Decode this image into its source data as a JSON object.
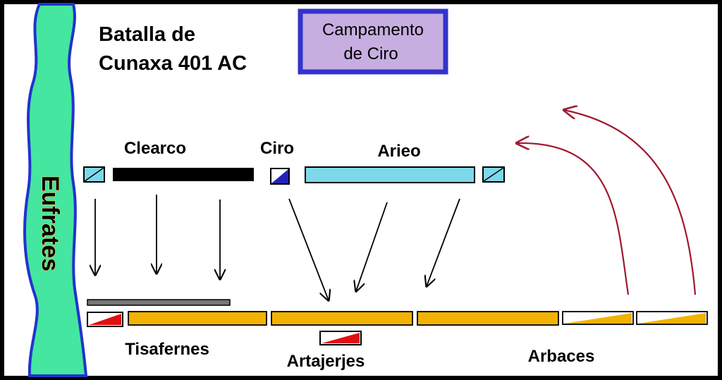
{
  "title": {
    "line1": "Batalla de",
    "line2": "Cunaxa 401 AC"
  },
  "camp": {
    "line1": "Campamento",
    "line2": "de  Ciro"
  },
  "river": {
    "label": "Eufrates"
  },
  "units": {
    "clearco": "Clearco",
    "ciro": "Ciro",
    "arieo": "Arieo",
    "tisafernes": "Tisafernes",
    "artajerjes": "Artajerjes",
    "arbaces": "Arbaces"
  },
  "colors": {
    "border": "#000000",
    "river_fill": "#44e6a0",
    "river_edge": "#2233cc",
    "camp_fill": "#c7aee0",
    "camp_border": "#3333cc",
    "greek_line": "#000000",
    "arieo_fill": "#7dd8ea",
    "ciro_fill": "#2222bb",
    "persian_fill": "#f2b300",
    "king_fill": "#e01010",
    "advance_arrow": "#000000",
    "retreat_arrow": "#a01830"
  }
}
